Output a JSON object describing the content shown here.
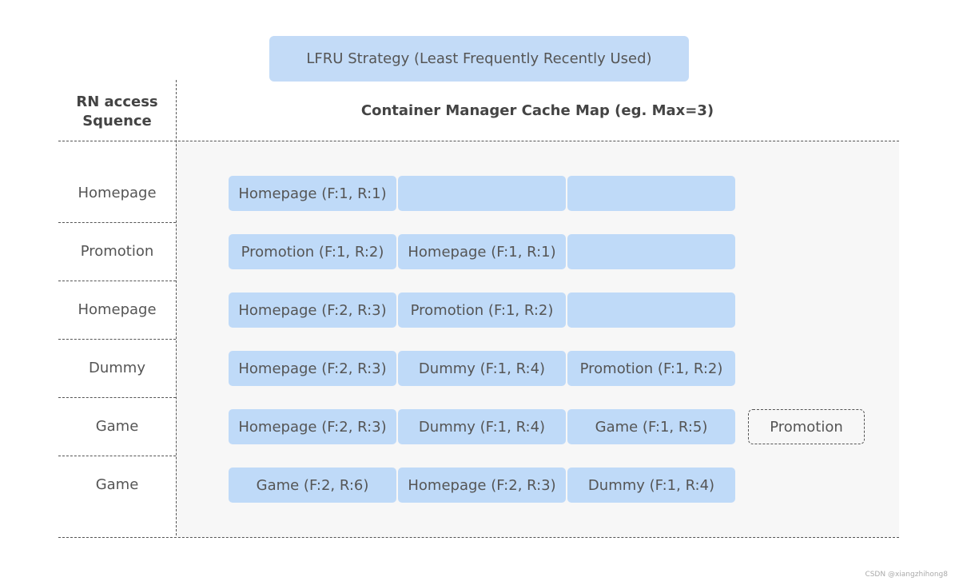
{
  "title": "LFRU Strategy (Least Frequently Recently Used)",
  "left_header": "RN access Squence",
  "right_header": "Container Manager Cache Map (eg. Max=3)",
  "rows": [
    {
      "access": "Homepage",
      "cells": [
        "Homepage (F:1, R:1)",
        "",
        ""
      ],
      "evicted": ""
    },
    {
      "access": "Promotion",
      "cells": [
        "Promotion (F:1, R:2)",
        "Homepage (F:1, R:1)",
        ""
      ],
      "evicted": ""
    },
    {
      "access": "Homepage",
      "cells": [
        "Homepage (F:2, R:3)",
        "Promotion (F:1, R:2)",
        ""
      ],
      "evicted": ""
    },
    {
      "access": "Dummy",
      "cells": [
        "Homepage (F:2, R:3)",
        "Dummy (F:1, R:4)",
        "Promotion (F:1, R:2)"
      ],
      "evicted": ""
    },
    {
      "access": "Game",
      "cells": [
        "Homepage (F:2, R:3)",
        "Dummy (F:1, R:4)",
        "Game (F:1, R:5)"
      ],
      "evicted": "Promotion"
    },
    {
      "access": "Game",
      "cells": [
        "Game (F:2, R:6)",
        "Homepage (F:2, R:3)",
        "Dummy (F:1, R:4)"
      ],
      "evicted": ""
    }
  ],
  "watermark": "CSDN @xiangzhihong8",
  "colors": {
    "cell": "#bfdaf8",
    "panel": "#f7f7f7",
    "text": "#555555"
  }
}
